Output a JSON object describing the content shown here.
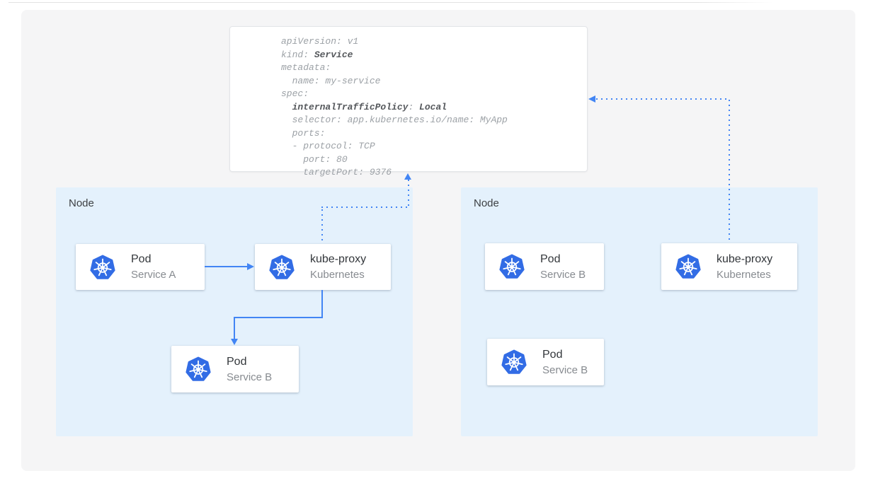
{
  "colors": {
    "accent_blue": "#4285f4",
    "kubernetes_blue": "#326ce5",
    "node_background": "#e4f1fc",
    "panel_background": "#f5f5f6",
    "yaml_text": "#9ca1a6",
    "yaml_bold_text": "#55585c",
    "card_title_text": "#33373b",
    "card_subtitle_text": "#878b90"
  },
  "yaml": {
    "lines": [
      {
        "segments": [
          {
            "t": "apiVersion: v1"
          }
        ]
      },
      {
        "segments": [
          {
            "t": "kind: "
          },
          {
            "t": "Service",
            "b": true
          }
        ]
      },
      {
        "segments": [
          {
            "t": "metadata:"
          }
        ]
      },
      {
        "segments": [
          {
            "t": "  name: my-service"
          }
        ]
      },
      {
        "segments": [
          {
            "t": "spec:"
          }
        ]
      },
      {
        "segments": [
          {
            "t": "  "
          },
          {
            "t": "internalTrafficPolicy",
            "b": true
          },
          {
            "t": ": "
          },
          {
            "t": "Local",
            "b": true
          }
        ]
      },
      {
        "segments": [
          {
            "t": "  selector: app.kubernetes.io/name: MyApp"
          }
        ]
      },
      {
        "segments": [
          {
            "t": "  ports:"
          }
        ]
      },
      {
        "segments": [
          {
            "t": "  - protocol: TCP"
          }
        ]
      },
      {
        "segments": [
          {
            "t": "    port: 80"
          }
        ]
      },
      {
        "segments": [
          {
            "t": "    targetPort: 9376"
          }
        ]
      }
    ]
  },
  "nodes": [
    {
      "label": "Node",
      "cards": [
        {
          "title": "Pod",
          "subtitle": "Service A",
          "icon": "kubernetes-icon"
        },
        {
          "title": "kube-proxy",
          "subtitle": "Kubernetes",
          "icon": "kubernetes-icon"
        },
        {
          "title": "Pod",
          "subtitle": "Service B",
          "icon": "kubernetes-icon"
        }
      ]
    },
    {
      "label": "Node",
      "cards": [
        {
          "title": "Pod",
          "subtitle": "Service B",
          "icon": "kubernetes-icon"
        },
        {
          "title": "kube-proxy",
          "subtitle": "Kubernetes",
          "icon": "kubernetes-icon"
        },
        {
          "title": "Pod",
          "subtitle": "Service B",
          "icon": "kubernetes-icon"
        }
      ]
    }
  ]
}
